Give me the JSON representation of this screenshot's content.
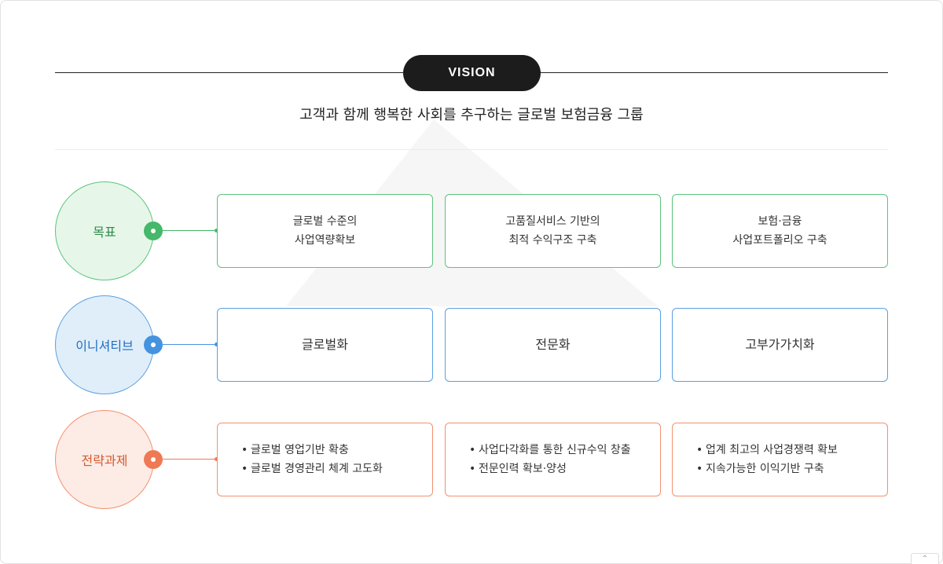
{
  "vision": {
    "label": "VISION",
    "statement": "고객과 함께 행복한 사회를 추구하는 글로벌 보험금융 그룹"
  },
  "rows": [
    {
      "label": "목표",
      "boxes": [
        {
          "lines": [
            "글로벌 수준의",
            "사업역량확보"
          ]
        },
        {
          "lines": [
            "고품질서비스 기반의",
            "최적 수익구조 구축"
          ]
        },
        {
          "lines": [
            "보험·금융",
            "사업포트폴리오 구축"
          ]
        }
      ]
    },
    {
      "label": "이니셔티브",
      "boxes": [
        {
          "text": "글로벌화"
        },
        {
          "text": "전문화"
        },
        {
          "text": "고부가가치화"
        }
      ]
    },
    {
      "label": "전략과제",
      "boxes": [
        {
          "bullets": [
            "글로벌 영업기반 확충",
            "글로벌 경영관리 체계 고도화"
          ]
        },
        {
          "bullets": [
            "사업다각화를 통한 신규수익 창출",
            "전문인력 확보·양성"
          ]
        },
        {
          "bullets": [
            "업계 최고의 사업경쟁력 확보",
            "지속가능한 이익기반 구축"
          ]
        }
      ]
    }
  ],
  "colors": {
    "goal": "#45b86a",
    "initiative": "#4593df",
    "strategy": "#ee7a55",
    "vision_pill": "#1c1c1c"
  },
  "icons": {
    "scroll_top": "chevron-up-icon"
  }
}
